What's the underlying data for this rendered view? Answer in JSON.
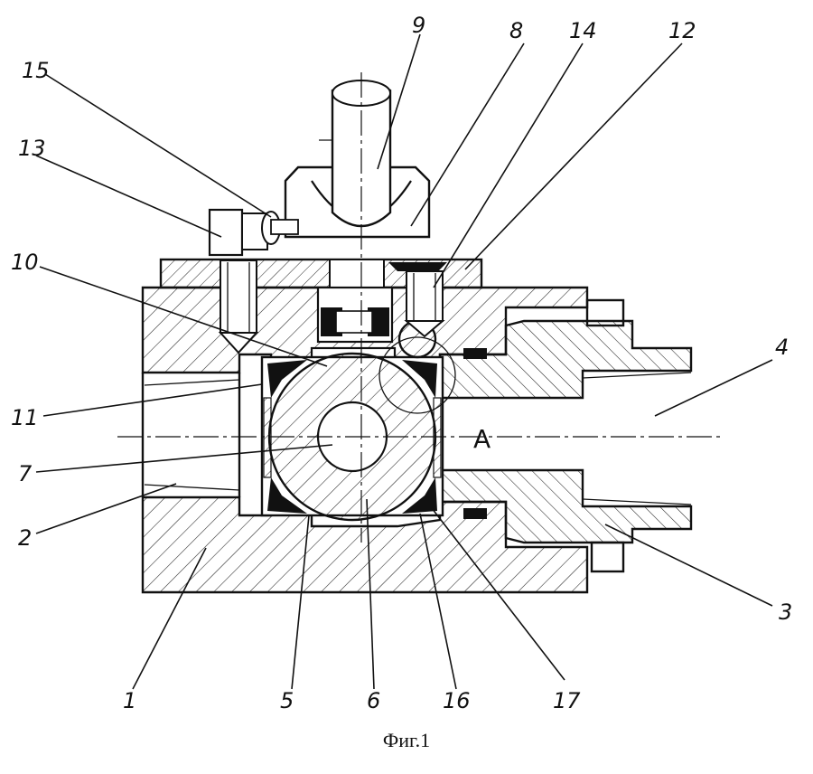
{
  "figure": {
    "caption": "Фиг.1",
    "section_label": "A",
    "callouts": [
      "1",
      "2",
      "3",
      "4",
      "5",
      "6",
      "7",
      "8",
      "9",
      "10",
      "11",
      "12",
      "13",
      "14",
      "15",
      "16",
      "17"
    ]
  }
}
